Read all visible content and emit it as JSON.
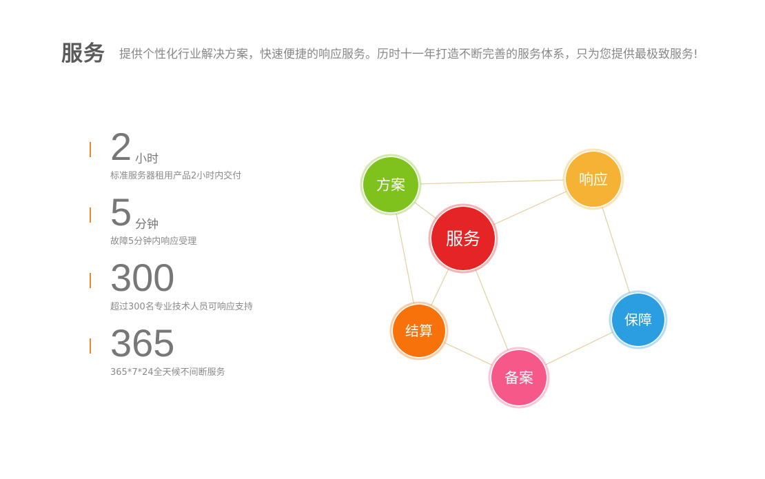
{
  "header": {
    "title": "服务",
    "description": "提供个性化行业解决方案，快速便捷的响应服务。历时十一年打造不断完善的服务体系，只为您提供最极致服务!"
  },
  "stats": [
    {
      "number": "2",
      "unit": "小时",
      "desc": "标准服务器租用产品2小时内交付"
    },
    {
      "number": "5",
      "unit": "分钟",
      "desc": "故障5分钟内响应受理"
    },
    {
      "number": "300",
      "unit": "",
      "desc": "超过300名专业技术人员可响应支持"
    },
    {
      "number": "365",
      "unit": "",
      "desc": "365*7*24全天候不间断服务"
    }
  ],
  "network": {
    "nodes": [
      {
        "id": "fangan",
        "label": "方案",
        "color": "#7fc21d"
      },
      {
        "id": "xiangying",
        "label": "响应",
        "color": "#f5b234"
      },
      {
        "id": "fuwu",
        "label": "服务",
        "color": "#e42425"
      },
      {
        "id": "jiesuan",
        "label": "结算",
        "color": "#f8720b"
      },
      {
        "id": "baozhang",
        "label": "保障",
        "color": "#2a9ee0"
      },
      {
        "id": "beian",
        "label": "备案",
        "color": "#f55889"
      }
    ],
    "line_color": "#e3d3a5"
  }
}
